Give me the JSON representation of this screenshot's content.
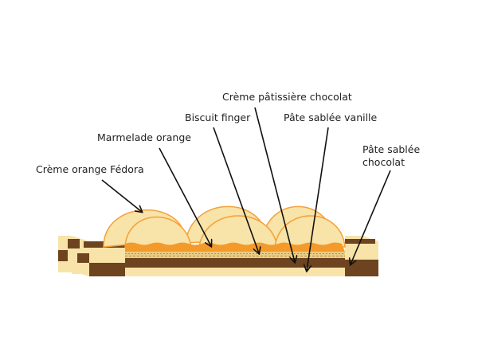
{
  "labels": {
    "creme_orange": "Crème orange Fédora",
    "marmelade": "Marmelade orange",
    "biscuit": "Biscuit finger",
    "creme_patissiere": "Crème pâtissière chocolat",
    "sablee_vanille": "Pâte sablée vanille",
    "sablee_chocolat_1": "Pâte sablée",
    "sablee_chocolat_2": "chocolat"
  },
  "colors": {
    "cream": "#f8e3a8",
    "orange": "#f39a2b",
    "chocolate": "#6e4420",
    "outline": "#f3a23b"
  }
}
